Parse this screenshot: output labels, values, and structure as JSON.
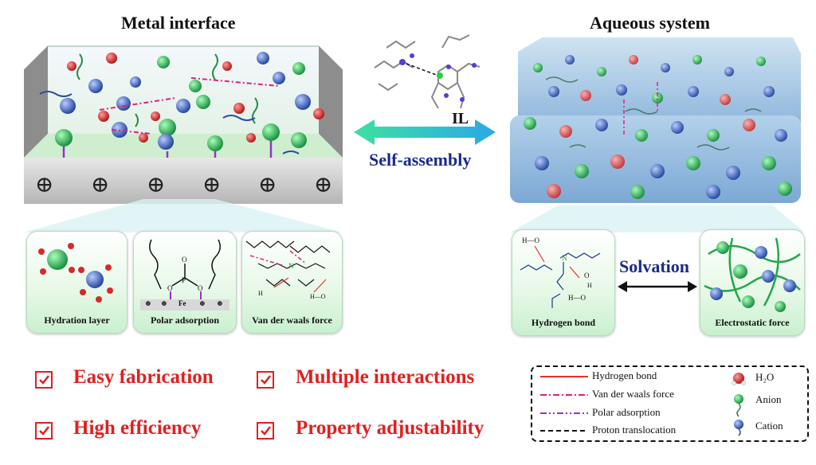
{
  "titles": {
    "left": "Metal interface",
    "right": "Aqueous system"
  },
  "center": {
    "il_label": "IL",
    "arrow_label": "Self-assembly"
  },
  "metal_charges": [
    "⊕",
    "⊕",
    "⊕",
    "⊕",
    "⊕",
    "⊕"
  ],
  "panels": {
    "hydration": "Hydration layer",
    "polar": "Polar adsorption",
    "vdw": "Van der waals force",
    "hbond": "Hydrogen bond",
    "electrostatic": "Electrostatic force"
  },
  "polar_surface": {
    "fe_label": "Fe",
    "charges": [
      "⊕",
      "⊕",
      "⊕",
      "⊕"
    ]
  },
  "solvation_label": "Solvation",
  "features": [
    {
      "label": "Easy fabrication"
    },
    {
      "label": "Multiple interactions"
    },
    {
      "label": "High efficiency"
    },
    {
      "label": "Property adjustability"
    }
  ],
  "legend": {
    "lines": [
      {
        "label": "Hydrogen bond",
        "color": "#e53030"
      },
      {
        "label": "Van der waals force",
        "color": "#e0207a"
      },
      {
        "label": "Polar adsorption",
        "color": "#9b30c8"
      },
      {
        "label": "Proton translocation",
        "color": "#111111"
      }
    ],
    "particles": [
      {
        "label": "H₂O"
      },
      {
        "label": "Anion"
      },
      {
        "label": "Cation"
      }
    ]
  },
  "colors": {
    "accent_red": "#e02020",
    "navy": "#1a2a8a",
    "anion_green": "#1fa84a",
    "cation_blue": "#3a6fd0",
    "water_red": "#d42a2a"
  }
}
